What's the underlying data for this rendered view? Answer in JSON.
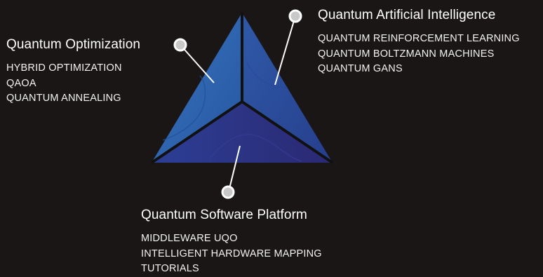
{
  "colors": {
    "background": "#1a1616",
    "left_face": "#2f64b0",
    "right_face": "#2a4a9c",
    "bottom_face": "#2c2b7a",
    "edge": "#111111",
    "connector": "#ffffff"
  },
  "icons": [
    "connector-dot-icon"
  ],
  "sections": {
    "optimization": {
      "title": "Quantum Optimization",
      "items": [
        "HYBRID OPTIMIZATION",
        "QAOA",
        "QUANTUM ANNEALING"
      ]
    },
    "ai": {
      "title": "Quantum Artificial Intelligence",
      "items": [
        "QUANTUM REINFORCEMENT LEARNING",
        "QUANTUM BOLTZMANN MACHINES",
        "QUANTUM GANS"
      ]
    },
    "software": {
      "title": "Quantum Software Platform",
      "items": [
        "MIDDLEWARE UQO",
        "INTELLIGENT HARDWARE MAPPING",
        "TUTORIALS"
      ]
    }
  }
}
